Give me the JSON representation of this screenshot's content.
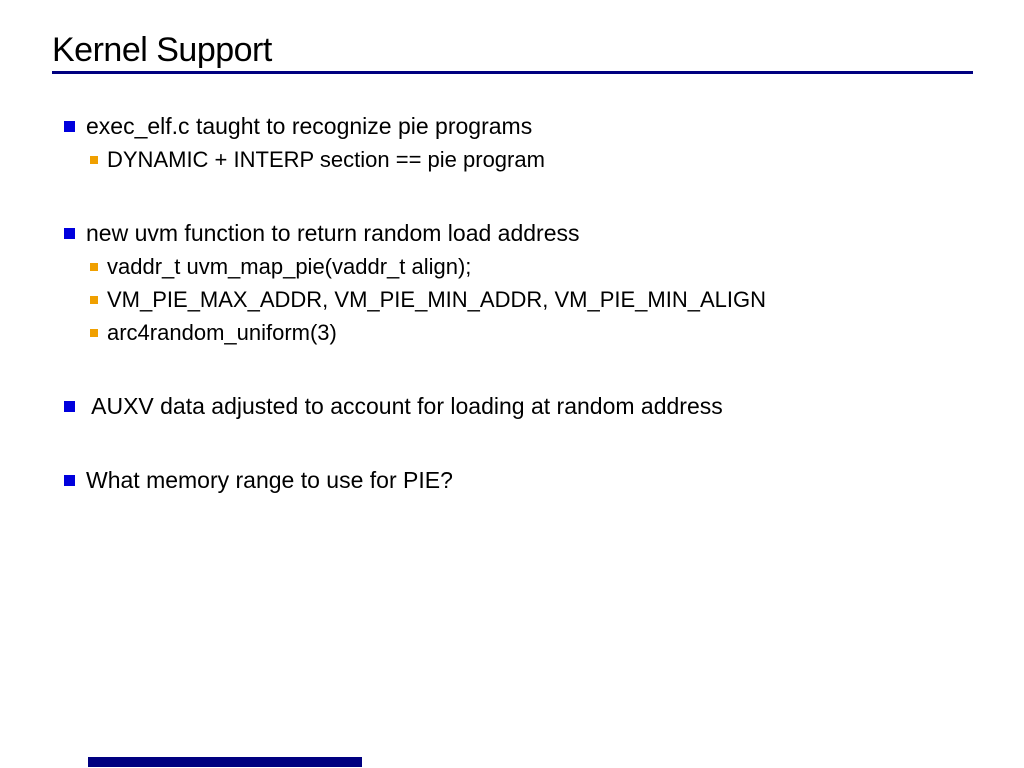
{
  "title": "Kernel Support",
  "colors": {
    "background": "#ffffff",
    "text": "#000000",
    "rule": "#000080",
    "bullet_level1": "#0000dd",
    "bullet_level2": "#f0a000",
    "progress_bar": "#000080"
  },
  "bullets": [
    {
      "text": "exec_elf.c taught to recognize pie programs",
      "subs": [
        "DYNAMIC + INTERP section == pie program"
      ]
    },
    {
      "text": "new uvm function to return random load address",
      "subs": [
        "vaddr_t uvm_map_pie(vaddr_t align);",
        "VM_PIE_MAX_ADDR, VM_PIE_MIN_ADDR, VM_PIE_MIN_ALIGN",
        "arc4random_uniform(3)"
      ]
    },
    {
      "text": " AUXV data adjusted to account for loading at random address",
      "subs": []
    },
    {
      "text": "What memory range to use for PIE?",
      "subs": []
    }
  ]
}
